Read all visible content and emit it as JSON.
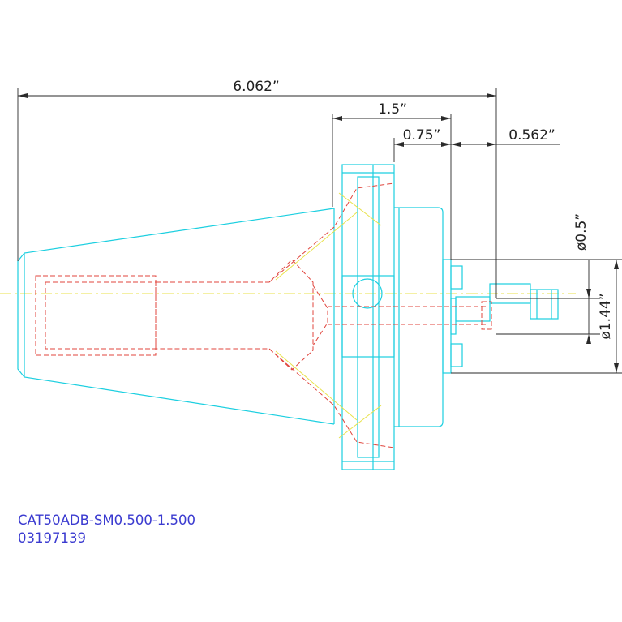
{
  "dimensions": {
    "overall_length": "6.062”",
    "flange_width": "1.5”",
    "flange_offset": "0.75”",
    "projection": "0.562”",
    "bore_dia": "ø0.5”",
    "body_dia": "ø1.44”"
  },
  "title_block": {
    "part_number": "CAT50ADB-SM0.500-1.500",
    "serial": "03197139"
  },
  "colors": {
    "outline": "#1ccfe0",
    "hidden": "#e0443c",
    "centerline": "#e8e24a",
    "dimension": "#2a2a2a",
    "label": "#3b3bd0"
  }
}
